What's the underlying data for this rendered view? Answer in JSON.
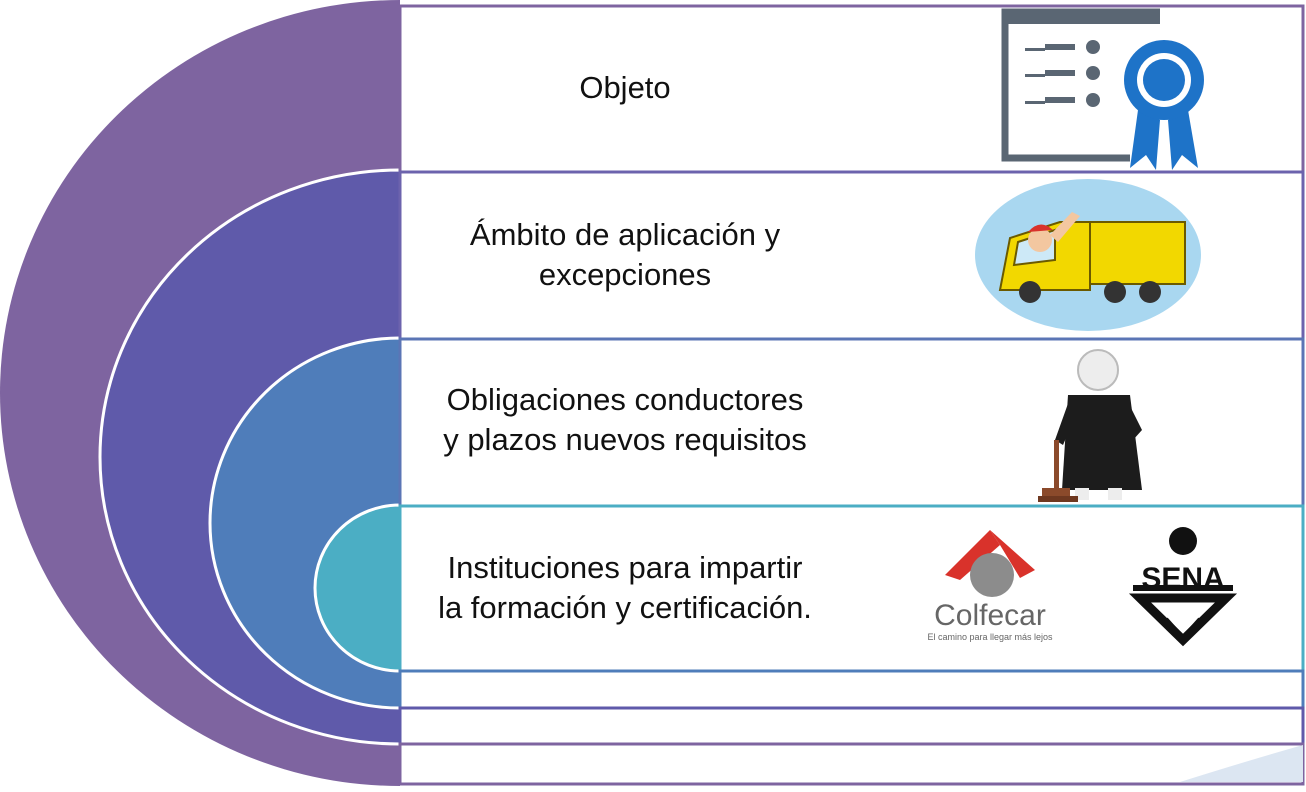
{
  "diagram": {
    "rows": [
      {
        "label_lines": [
          "Objeto"
        ],
        "icon": "certificate-ribbon-icon"
      },
      {
        "label_lines": [
          "Ámbito de aplicación y",
          "excepciones"
        ],
        "icon": "truck-driver-icon"
      },
      {
        "label_lines": [
          "Obligaciones conductores",
          "y plazos nuevos requisitos"
        ],
        "icon": "judge-gavel-icon"
      },
      {
        "label_lines": [
          "Instituciones para impartir",
          "la formación y certificación."
        ],
        "icon": "institution-logos"
      }
    ],
    "logos": {
      "colfecar_name": "Colfecar",
      "colfecar_tagline": "El camino para llegar más lejos",
      "sena_name": "SENA"
    },
    "colors": {
      "arc_outer": "#7E64A0",
      "arc_second": "#5F5AAA",
      "arc_third": "#4F7DBA",
      "arc_inner": "#4BAEC4",
      "frame_purple": "#7E64A0",
      "frame_blue": "#5B75B5",
      "ribbon_blue": "#1E73C8",
      "truck_yellow": "#F2D800"
    }
  }
}
